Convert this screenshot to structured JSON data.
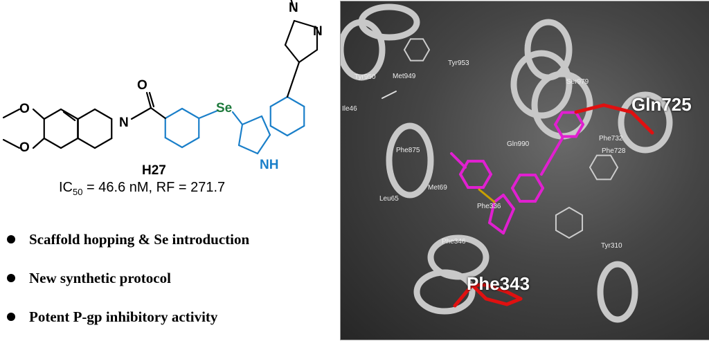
{
  "structure": {
    "atoms": {
      "o_methoxy_top": "O",
      "o_methoxy_bottom": "O",
      "n_amide": "N",
      "o_carbonyl": "O",
      "se": "Se",
      "nh": "NH",
      "n_pyrazole_1": "N",
      "n_pyrazole_2": "N"
    },
    "compound_name": "H27",
    "activity": {
      "ic_prefix": "IC",
      "ic_sub": "50",
      "ic_rest": " = 46.6 nM, RF = 271.7"
    },
    "colors": {
      "scaffold": "#1a7fc9",
      "selenium": "#1e7a3c",
      "bonds": "#000000"
    }
  },
  "bullets": [
    "Scaffold hopping & Se introduction",
    "New synthetic protocol",
    "Potent P-gp inhibitory activity"
  ],
  "docking": {
    "residues": [
      "Tyr953",
      "Tyr950",
      "Met949",
      "Ser979",
      "Gln990",
      "Phe732",
      "Phe728",
      "Tyr310",
      "Phe336",
      "Met69",
      "Leu65",
      "Phe875",
      "Phe346",
      "Ile46"
    ],
    "key_residues": [
      "Gln725",
      "Phe343"
    ],
    "colors": {
      "ligand": "#e020d0",
      "key_residue": "#e01010",
      "helix": "#c8c8c8"
    }
  }
}
